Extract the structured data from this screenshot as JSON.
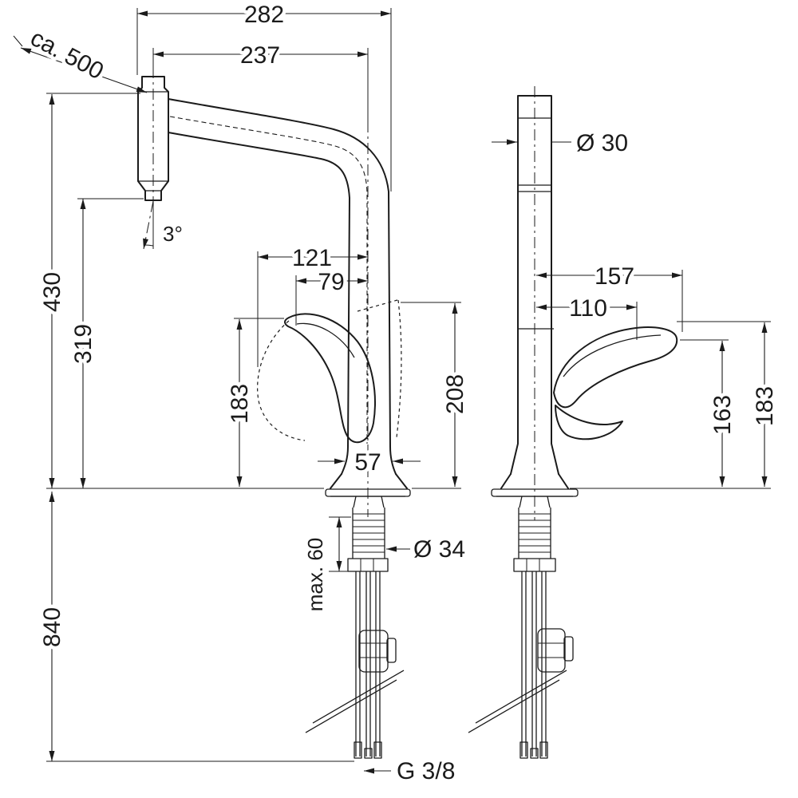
{
  "page": {
    "background": "#ffffff",
    "line_color": "#1b1b1b"
  },
  "side_view": {
    "dims": {
      "overall_width": "282",
      "spout_reach": "237",
      "hose_extension": "ca. 500",
      "overall_height": "430",
      "spout_height": "319",
      "spray_angle": "3°",
      "handle_swing_outer": "121",
      "handle_swing_inner": "79",
      "handle_height": "183",
      "outlet_height": "208",
      "base_diameter": "57",
      "under_counter_length": "840",
      "max_mounting_thickness": "max. 60",
      "shank_diameter": "Ø 34",
      "connection_thread": "G 3/8"
    }
  },
  "front_view": {
    "dims": {
      "body_diameter": "Ø 30",
      "handle_reach_outer": "157",
      "handle_reach_inner": "110",
      "handle_pivot_height": "163",
      "handle_top_height": "183"
    }
  }
}
